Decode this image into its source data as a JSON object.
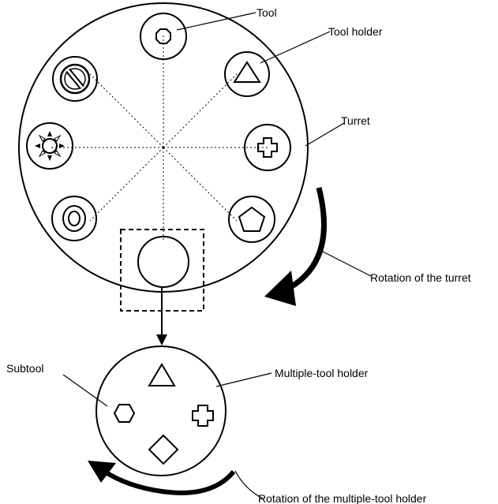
{
  "labels": {
    "tool": "Tool",
    "tool_holder": "Tool holder",
    "turret": "Turret",
    "rotation_turret": "Rotation of the turret",
    "subtool": "Subtool",
    "multiple_tool_holder": "Multiple-tool holder",
    "rotation_multiple_tool_holder": "Rotation of the multiple-tool holder"
  },
  "turret_tools": [
    {
      "position": "top",
      "tool_shape": "octagon"
    },
    {
      "position": "upper-right",
      "tool_shape": "triangle"
    },
    {
      "position": "right",
      "tool_shape": "cross"
    },
    {
      "position": "lower-right",
      "tool_shape": "pentagon"
    },
    {
      "position": "bottom",
      "tool_shape": "empty"
    },
    {
      "position": "lower-left",
      "tool_shape": "double-ellipse"
    },
    {
      "position": "left",
      "tool_shape": "star-burst"
    },
    {
      "position": "upper-left",
      "tool_shape": "slashed-circle"
    }
  ],
  "subtools": [
    "triangle",
    "hexagon",
    "cross",
    "diamond"
  ]
}
